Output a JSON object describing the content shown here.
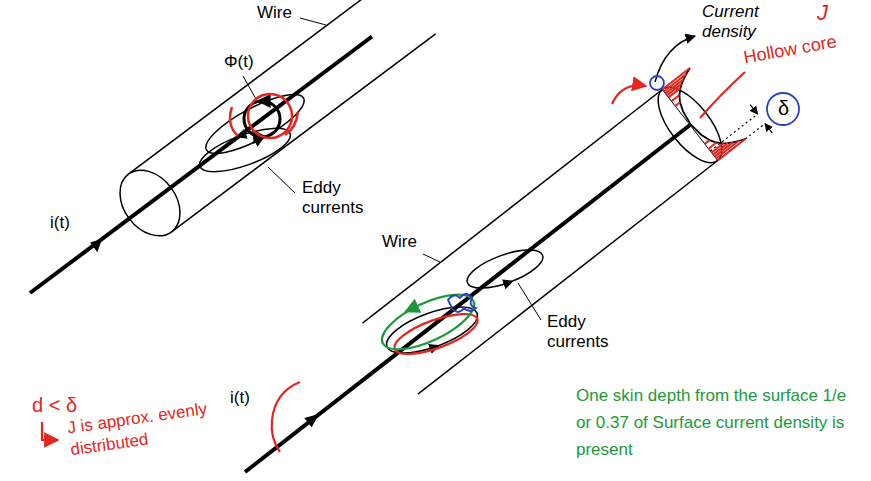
{
  "diagram": {
    "labels": [
      "Wire",
      "Φ(t)",
      "Eddy currents",
      "i(t)",
      "Current density",
      "J",
      "Hollow core",
      "δ",
      "Wire",
      "Eddy currents",
      "i(t)",
      "d < δ",
      "J is approx. evenly distributed",
      "One skin depth from the surface 1/e or 0.37 of Surface current density is present"
    ]
  }
}
